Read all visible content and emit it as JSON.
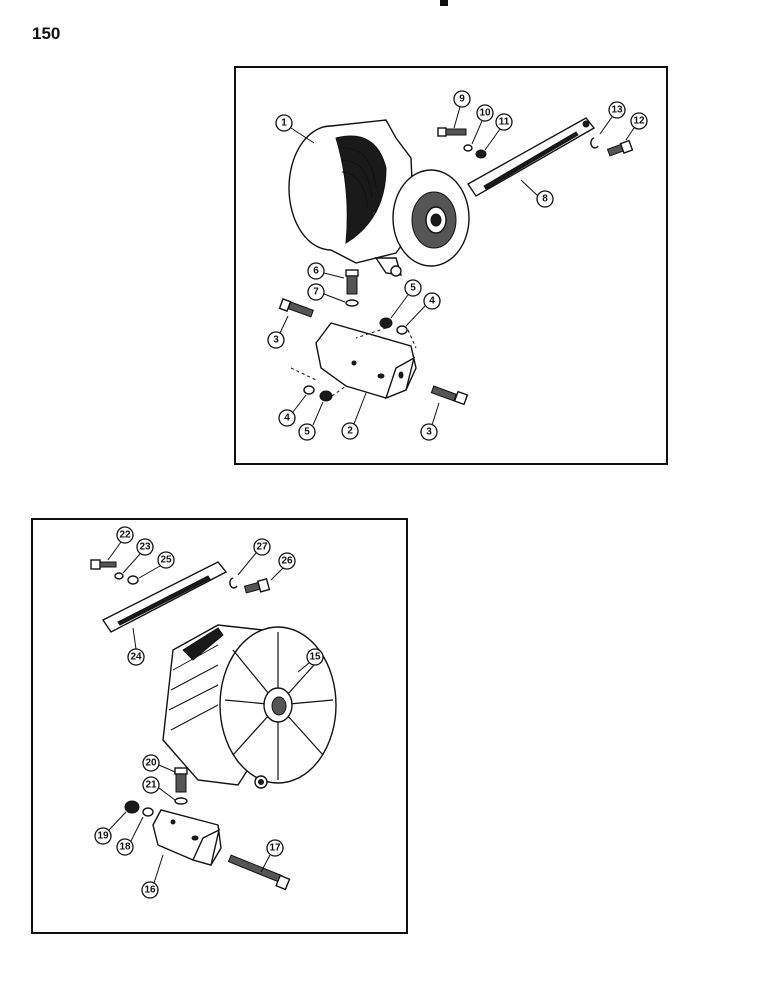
{
  "page_number": "150",
  "top_diagram": {
    "callouts": [
      "1",
      "2",
      "3",
      "3",
      "4",
      "4",
      "5",
      "5",
      "6",
      "7",
      "8",
      "9",
      "10",
      "11",
      "12",
      "13"
    ]
  },
  "bottom_diagram": {
    "callouts": [
      "15",
      "16",
      "17",
      "18",
      "19",
      "20",
      "21",
      "22",
      "23",
      "24",
      "25",
      "26",
      "27"
    ]
  }
}
